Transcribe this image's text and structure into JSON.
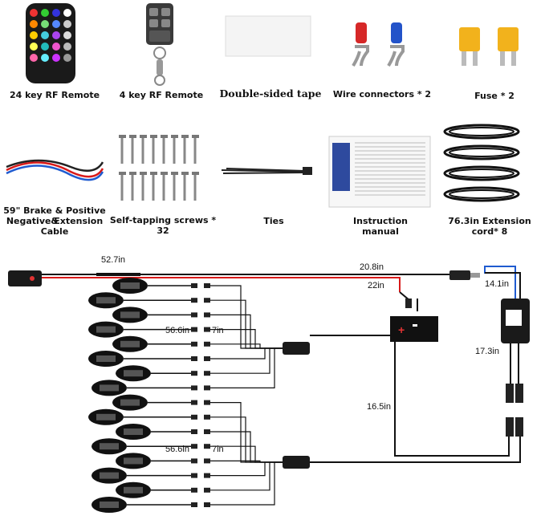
{
  "items": {
    "remote24": "24 key RF Remote",
    "remote4": "4 key RF Remote",
    "tape": "Double-sided tape",
    "connectors": "Wire connectors * 2",
    "fuse": "Fuse * 2",
    "cable_line1": "59\" Brake & Positive &",
    "cable_line2": "Negative Extension Cable",
    "screws": "Self-tapping screws * 32",
    "ties": "Ties",
    "manual": "Instruction manual",
    "extension": "76.3in Extension cord* 8"
  },
  "measurements": {
    "m527": "52.7in",
    "m208": "20.8in",
    "m22": "22in",
    "m141": "14.1in",
    "m566a": "56.6in",
    "m7a": "7in",
    "m173": "17.3in",
    "m165": "16.5in",
    "m566b": "56.6in",
    "m7b": "7in"
  },
  "colors": {
    "wire": "#111111",
    "red_wire": "#d81a1a",
    "blue_wire": "#1f5bd0",
    "fuse": "#f2b21c",
    "battery_plus": "#e23333"
  }
}
